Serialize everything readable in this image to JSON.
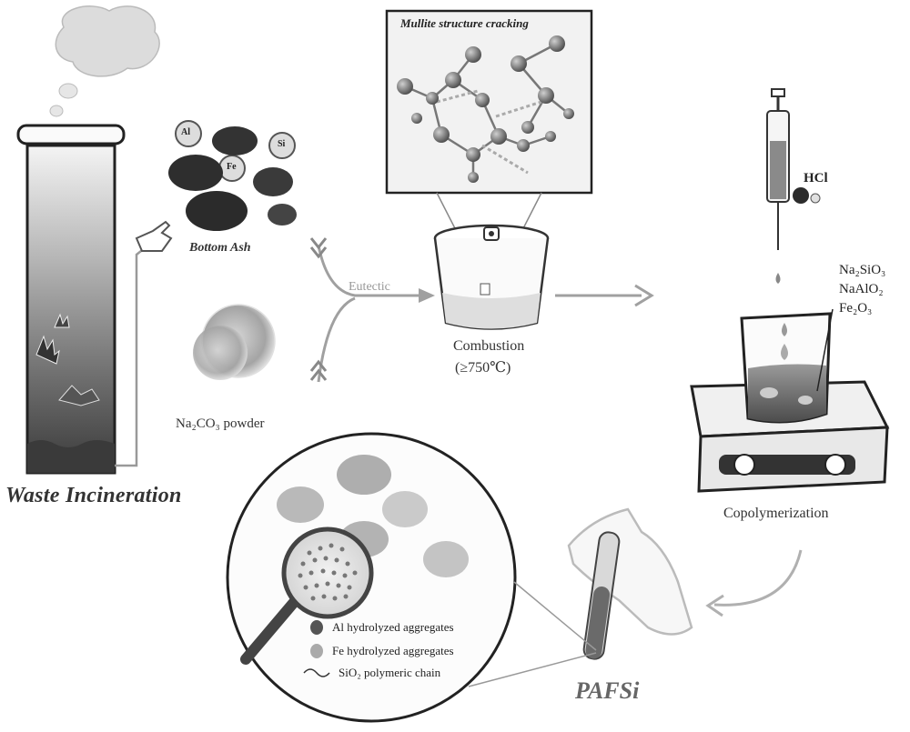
{
  "labels": {
    "waste_incineration": "Waste Incineration",
    "bottom_ash": "Bottom Ash",
    "na2co3_powder": "Na₂CO₃ powder",
    "eutectic": "Eutectic",
    "mullite": "Mullite structure cracking",
    "combustion": "Combustion",
    "combustion_temp": "(≥750℃)",
    "hcl": "HCl",
    "products": [
      "Na₂SiO₃",
      "NaAlO₂",
      "Fe₂O₃"
    ],
    "copolymerization": "Copolymerization",
    "pafsi": "PAFSi",
    "ash_elements": [
      "Al",
      "Fe",
      "Si"
    ]
  },
  "legend": [
    {
      "label": "Al hydrolyzed aggregates",
      "icon": "dark-ellipse"
    },
    {
      "label": "Fe hydrolyzed aggregates",
      "icon": "light-ellipse"
    },
    {
      "label": "SiO₂  polymeric chain",
      "icon": "wave-line"
    }
  ]
}
